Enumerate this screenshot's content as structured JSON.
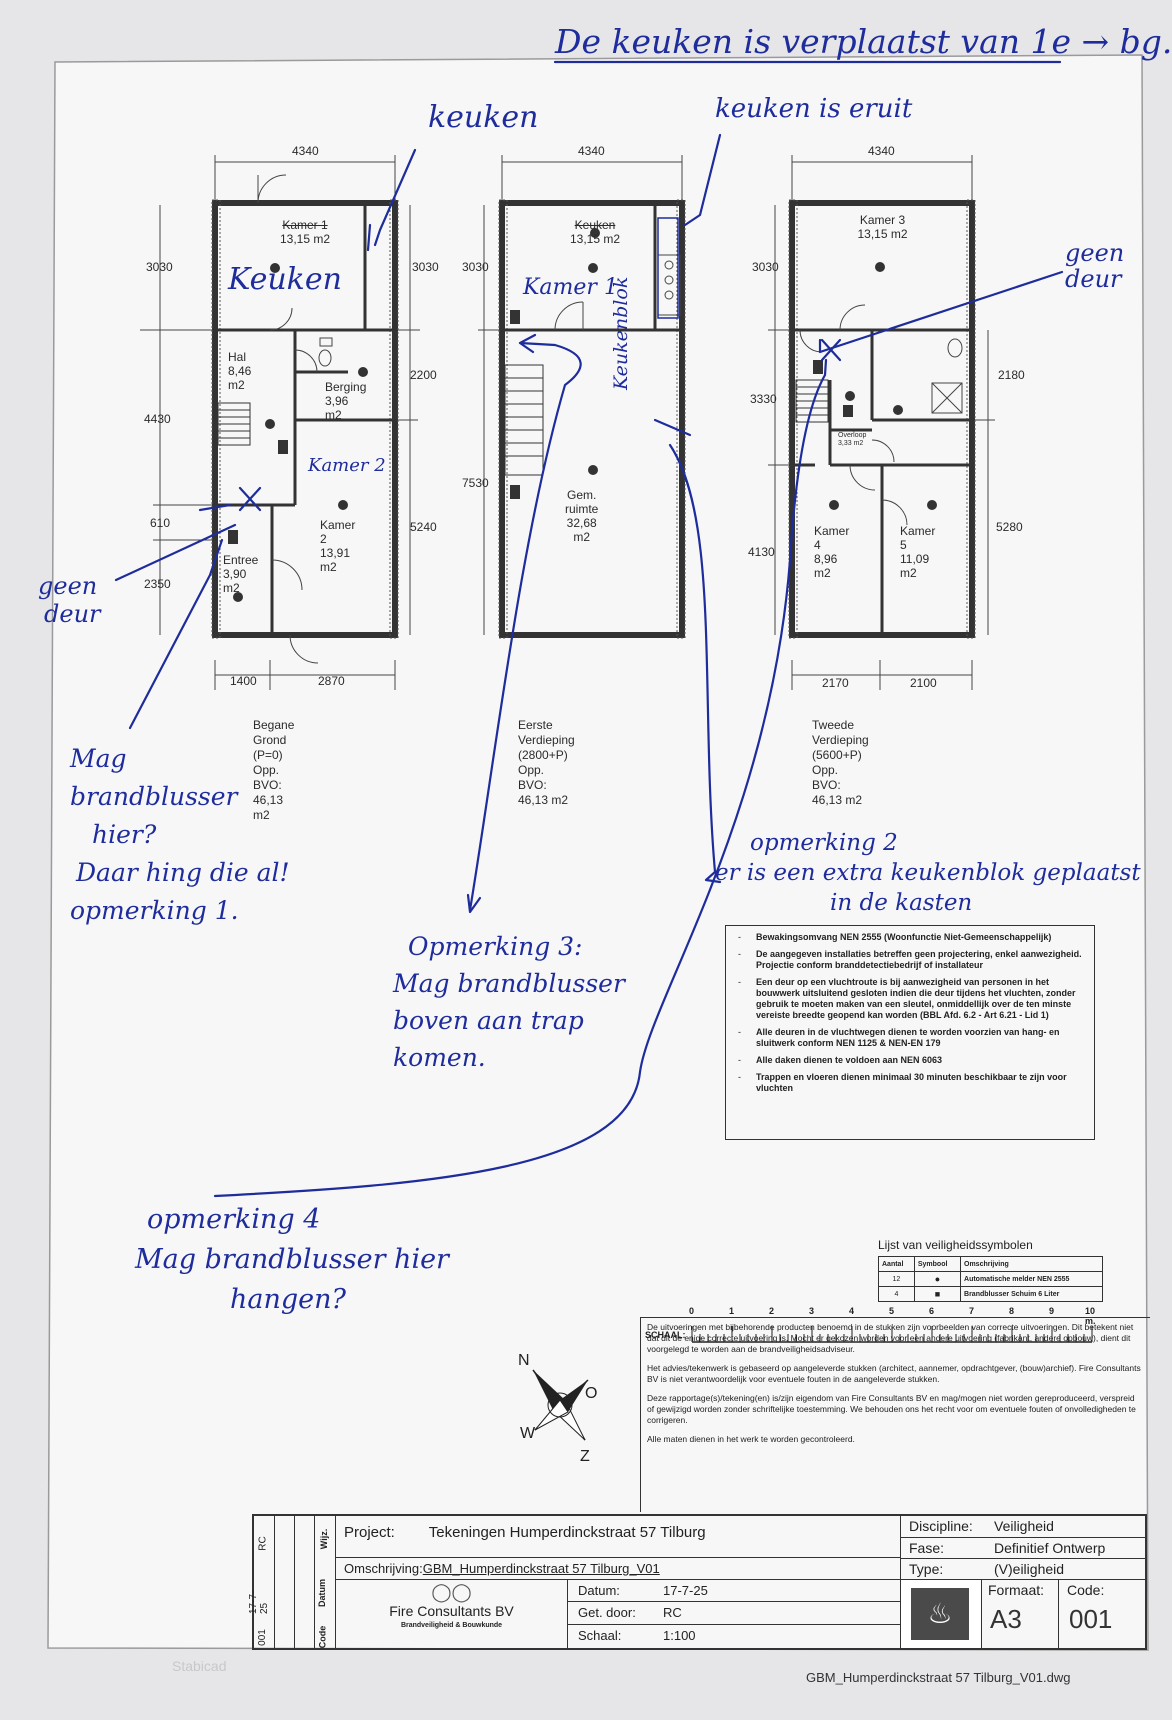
{
  "handwritten": {
    "top_note": "De keuken is verplaatst van 1e → bg.",
    "keuken_label": "keuken",
    "keuken_eruit": "keuken is eruit",
    "geen_deur_right": [
      "geen",
      "deur"
    ],
    "geen_deur_left": [
      "geen",
      "deur"
    ],
    "keuken_in_room": "Keuken",
    "kamer2_hand": "Kamer 2",
    "kamer1_hand": "Kamer 1",
    "keukenblok": "Keukenblok",
    "opmerking1": [
      "Mag",
      "brandblusser",
      "hier?",
      "Daar hing die al!",
      "opmerking 1."
    ],
    "opmerking2": [
      "opmerking 2",
      "er is een extra keukenblok geplaatst",
      "in de kasten"
    ],
    "opmerking3": [
      "Opmerking 3:",
      "Mag brandblusser",
      "boven aan trap",
      "komen."
    ],
    "opmerking4": [
      "opmerking 4",
      "Mag brandblusser hier",
      "hangen?"
    ]
  },
  "floors": [
    {
      "caption": "Begane Grond (P=0)",
      "bvo": "Opp. BVO: 46,13 m2",
      "dims": {
        "top": "4340",
        "left_1": "3030",
        "left_2": "4430",
        "left_3": "610",
        "left_4": "2350",
        "right_1": "3030",
        "right_2": "2200",
        "right_3": "5240",
        "bottom_1": "1400",
        "bottom_2": "2870"
      },
      "rooms": [
        {
          "name": "Kamer 1",
          "area": "13,15 m2"
        },
        {
          "name": "Hal",
          "area": "8,46 m2"
        },
        {
          "name": "Berging",
          "area": "3,96 m2"
        },
        {
          "name": "Kamer 2",
          "area": "13,91 m2"
        },
        {
          "name": "Entree",
          "area": "3,90 m2"
        }
      ]
    },
    {
      "caption": "Eerste Verdieping (2800+P)",
      "bvo": "Opp. BVO: 46,13 m2",
      "dims": {
        "top": "4340",
        "left_1": "3030",
        "left_2": "7530"
      },
      "rooms": [
        {
          "name": "Keuken",
          "area": "13,15 m2"
        },
        {
          "name": "Gem. ruimte",
          "area": "32,68 m2"
        }
      ]
    },
    {
      "caption": "Tweede Verdieping (5600+P)",
      "bvo": "Opp. BVO: 46,13 m2",
      "dims": {
        "top": "4340",
        "left_1": "3030",
        "left_2": "3330",
        "left_3": "4130",
        "right_1": "2180",
        "right_2": "5280",
        "bottom_1": "2170",
        "bottom_2": "2100"
      },
      "rooms": [
        {
          "name": "Kamer 3",
          "area": "13,15 m2"
        },
        {
          "name": "Overloop",
          "area": "3,33 m2"
        },
        {
          "name": "Kamer 4",
          "area": "8,96 m2"
        },
        {
          "name": "Kamer 5",
          "area": "11,09 m2"
        }
      ]
    }
  ],
  "symbol_am": "AM",
  "notes": [
    "Bewakingsomvang NEN 2555 (Woonfunctie Niet-Gemeenschappelijk)",
    "De aangegeven installaties betreffen geen projectering, enkel aanwezigheid. Projectie conform branddetectiebedrijf of installateur",
    "Een deur op een vluchtroute is bij aanwezigheid van personen in het bouwwerk uitsluitend gesloten indien die deur tijdens het vluchten, zonder gebruik te moeten maken van een sleutel, onmiddellijk over de ten minste vereiste breedte geopend kan worden (BBL Afd. 6.2 - Art 6.21 - Lid 1)",
    "Alle deuren in de vluchtwegen dienen te worden voorzien van hang- en sluitwerk conform NEN 1125 & NEN-EN 179",
    "Alle daken dienen te voldoen aan NEN 6063",
    "Trappen en vloeren dienen minimaal 30 minuten beschikbaar te zijn voor vluchten"
  ],
  "legend": {
    "title": "Lijst van veiligheidssymbolen",
    "headers": [
      "Aantal",
      "Symbool",
      "Omschrijving"
    ],
    "rows": [
      {
        "aantal": "12",
        "omschrijving": "Automatische melder NEN 2555"
      },
      {
        "aantal": "4",
        "omschrijving": "Brandblusser Schuim 6 Liter"
      }
    ]
  },
  "scale": {
    "label": "SCHAAL:",
    "ticks": [
      "0",
      "1",
      "2",
      "3",
      "4",
      "5",
      "6",
      "7",
      "8",
      "9",
      "10 m."
    ]
  },
  "disclaimer": [
    "De uitvoeringen met bijbehorende producten benoemd in de stukken zijn voorbeelden van correcte uitvoeringen. Dit betekent niet dat dit de enige correcte uitvoering is. Mocht er gekozen worden voor een andere uitvoering (fabrikant, andere opbouw), dient dit voorgelegd te worden aan de brandveiligheidsadviseur.",
    "Het advies/tekenwerk is gebaseerd op aangeleverde stukken (architect, aannemer, opdrachtgever, (bouw)archief). Fire Consultants BV is niet verantwoordelijk voor eventuele fouten in de aangeleverde stukken.",
    "Deze rapportage(s)/tekening(en) is/zijn eigendom van Fire Consultants BV en mag/mogen niet worden gereproduceerd, verspreid of gewijzigd worden zonder schriftelijke toestemming. We behouden ons het recht voor om eventuele fouten of onvolledigheden te corrigeren.",
    "Alle maten dienen in het werk te worden gecontroleerd."
  ],
  "compass": {
    "n": "N",
    "o": "O",
    "w": "W",
    "z": "Z"
  },
  "titleblock": {
    "rev_headers": [
      "Wijz.",
      "Datum",
      "Code"
    ],
    "rev_rc": "RC",
    "rev_date": "17-7-25",
    "rev_code": "001",
    "project_label": "Project:",
    "project_value": "Tekeningen Humperdinckstraat 57 Tilburg",
    "omschrijving_label": "Omschrijving:",
    "omschrijving_value": "GBM_Humperdinckstraat 57 Tilburg_V01",
    "company": "Fire Consultants BV",
    "company_sub": "Brandveiligheid & Bouwkunde",
    "datum_label": "Datum:",
    "datum_value": "17-7-25",
    "getdoor_label": "Get. door:",
    "getdoor_value": "RC",
    "schaal_label": "Schaal:",
    "schaal_value": "1:100",
    "discipline_label": "Discipline:",
    "discipline_value": "Veiligheid",
    "fase_label": "Fase:",
    "fase_value": "Definitief Ontwerp",
    "type_label": "Type:",
    "type_value": "(V)eiligheid",
    "formaat_label": "Formaat:",
    "formaat_value": "A3",
    "code_label": "Code:",
    "code_value": "001"
  },
  "footer": {
    "file": "GBM_Humperdinckstraat 57 Tilburg_V01.dwg",
    "stamp": "Stabicad"
  }
}
